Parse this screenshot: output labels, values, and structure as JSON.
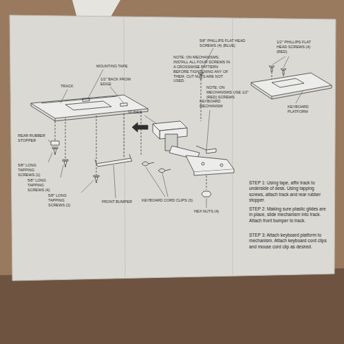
{
  "diagram": {
    "labels": [
      "MOUNTING TAPE",
      "TRACK",
      "1/2\" BACK FROM EDGE",
      "REAR RUBBER STOPPER",
      "5/8\" LONG TAPPING SCREWS (1)",
      "5/8\" LONG TAPPING SCREWS (4)",
      "5/8\" LONG TAPPING SCREWS (2)",
      "FRONT BUMPER",
      "GLIDES",
      "KEYBOARD MECHANISM",
      "KEYBOARD CORD CLIPS (3)",
      "HEX NUTS (4)",
      "5/8\" PHILLIPS FLAT HEAD SCREWS (4) (BLUE)",
      "NOTE: ON MECHANISMS, INSTALL ALL FOUR SCREWS IN A CROSSWISE PATTERN BEFORE TIGHTENING ANY OF THEM. CUT NUTS ARE NOT USED.",
      "NOTE: ON MECHANISMS USE 1/2\" (RED) SCREWS",
      "1/2\" PHILLIPS FLAT HEAD SCREWS (4) (RED)",
      "KEYBOARD PLATFORM",
      "STEP 1: Using tape, affix track to underside of desk. Using tapping screws, attach track and rear rubber stopper.",
      "STEP 2: Making sure plastic glides are in place, slide mechanism into track. Attach front bumper to track.",
      "STEP 3: Attach keyboard platform to mechanism. Attach keyboard cord clips and mouse cord clip as desired."
    ]
  }
}
